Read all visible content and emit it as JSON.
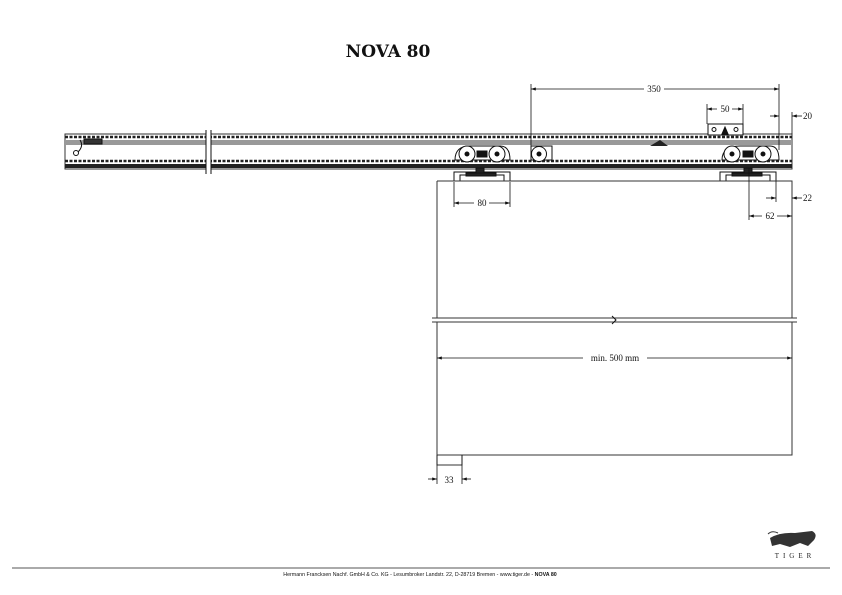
{
  "title": "NOVA 80",
  "dimensions": {
    "d350": "350",
    "d50": "50",
    "d20": "20",
    "d80": "80",
    "d22": "22",
    "d62": "62",
    "min_width": "min. 500 mm",
    "d33": "33"
  },
  "logo": {
    "text": "TIGER"
  },
  "footer": {
    "text": "Hermann Francksen Nachf. GmbH & Co. KG - Lesumbroker Landstr. 22, D-28719 Bremen - www.tiger.de - ",
    "product": "NOVA 80"
  }
}
